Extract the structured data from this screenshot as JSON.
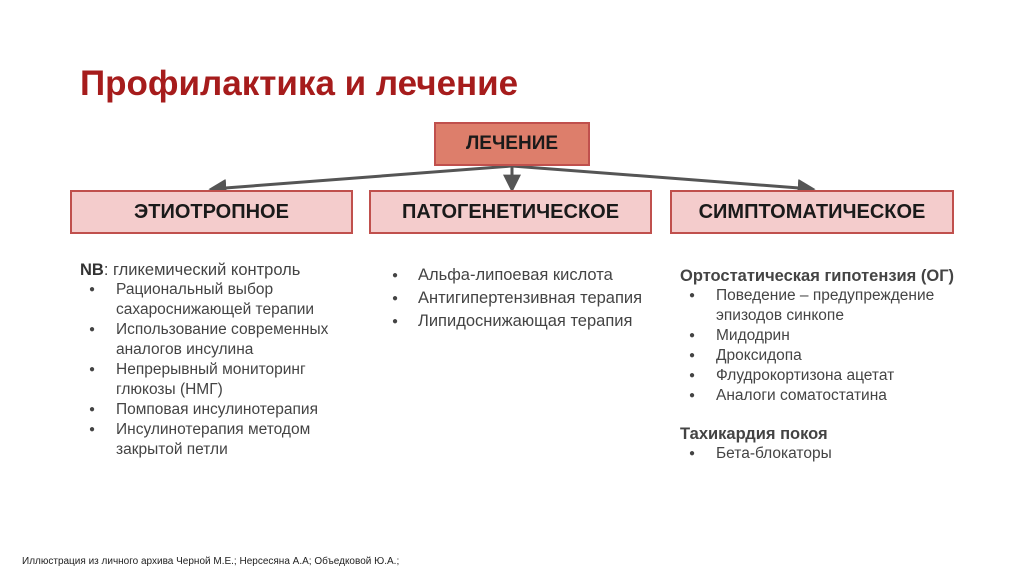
{
  "slide": {
    "title": "Профилактика и лечение",
    "root_label": "ЛЕЧЕНИЕ",
    "categories": [
      {
        "label": "ЭТИОТРОПНОЕ"
      },
      {
        "label": "ПАТОГЕНЕТИЧЕСКОЕ"
      },
      {
        "label": "СИМПТОМАТИЧЕСКОЕ"
      }
    ],
    "etiotropic": {
      "nb_prefix": "NB",
      "nb_text": ": гликемический контроль",
      "items": [
        "Рациональный выбор сахароснижающей терапии",
        "Использование современных аналогов инсулина",
        "Непрерывный мониторинг глюкозы (НМГ)",
        "Помповая инсулинотерапия",
        "Инсулинотерапия методом закрытой петли"
      ]
    },
    "pathogenetic": {
      "items": [
        "Альфа-липоевая кислота",
        "Антигипертензивная терапия",
        "Липидоснижающая терапия"
      ]
    },
    "symptomatic": {
      "groups": [
        {
          "heading": "Ортостатическая гипотензия (ОГ)",
          "items": [
            "Поведение – предупреждение эпизодов синкопе",
            "Мидодрин",
            "Дроксидопа",
            "Флудрокортизона ацетат",
            "Аналоги соматостатина"
          ]
        },
        {
          "heading": "Тахикардия покоя",
          "items": [
            "Бета-блокаторы"
          ]
        }
      ]
    },
    "footnote": "Иллюстрация из личного архива Черной М.Е.; Нерсесяна А.А; Объедковой Ю.А.;"
  },
  "colors": {
    "title": "#a61c1c",
    "root_fill": "#dd7e6b",
    "category_fill": "#f4cccc",
    "border": "#c0504d",
    "arrow": "#555555"
  }
}
